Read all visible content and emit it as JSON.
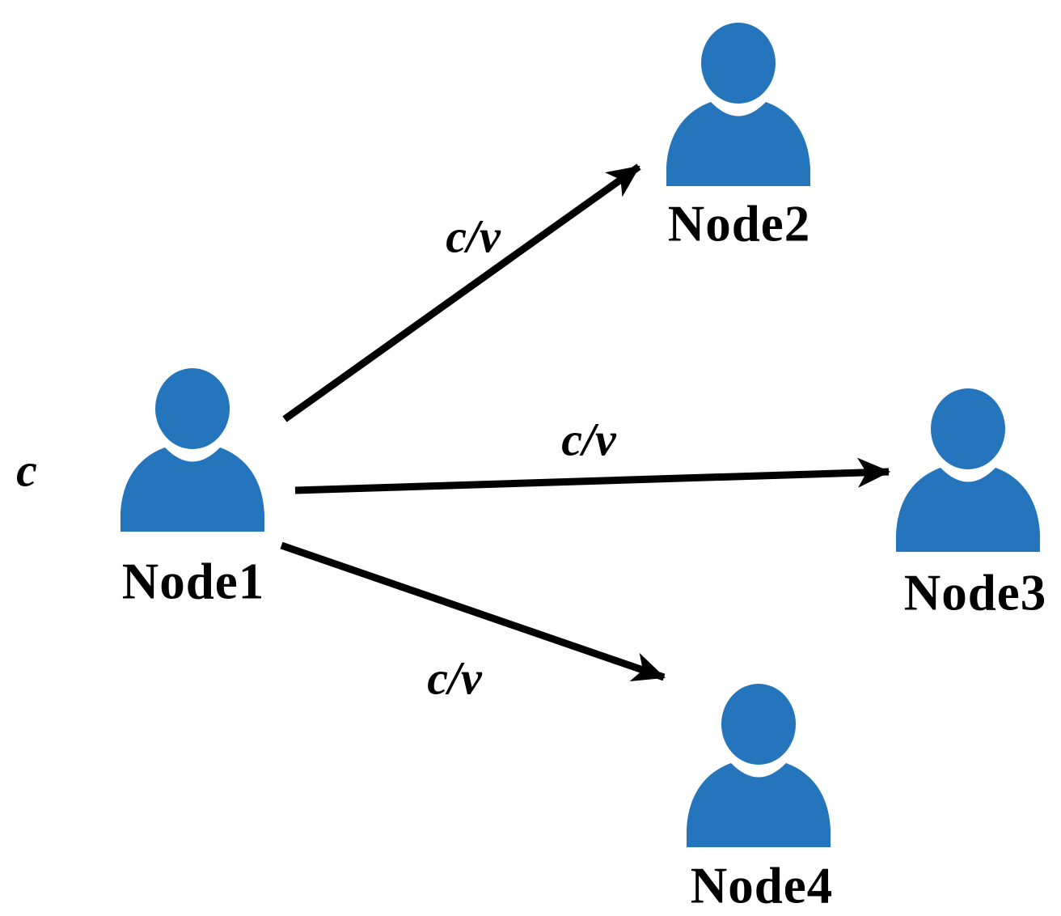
{
  "figure": {
    "background_color": "#ffffff",
    "icon_color": "#2575BC",
    "line_color": "#000000",
    "source_label": "c",
    "nodes": [
      {
        "id": "node1",
        "label": "Node1"
      },
      {
        "id": "node2",
        "label": "Node2"
      },
      {
        "id": "node3",
        "label": "Node3"
      },
      {
        "id": "node4",
        "label": "Node4"
      }
    ],
    "edges": [
      {
        "from": "Node1",
        "to": "Node2",
        "label": "c/v"
      },
      {
        "from": "Node1",
        "to": "Node3",
        "label": "c/v"
      },
      {
        "from": "Node1",
        "to": "Node4",
        "label": "c/v"
      }
    ]
  }
}
